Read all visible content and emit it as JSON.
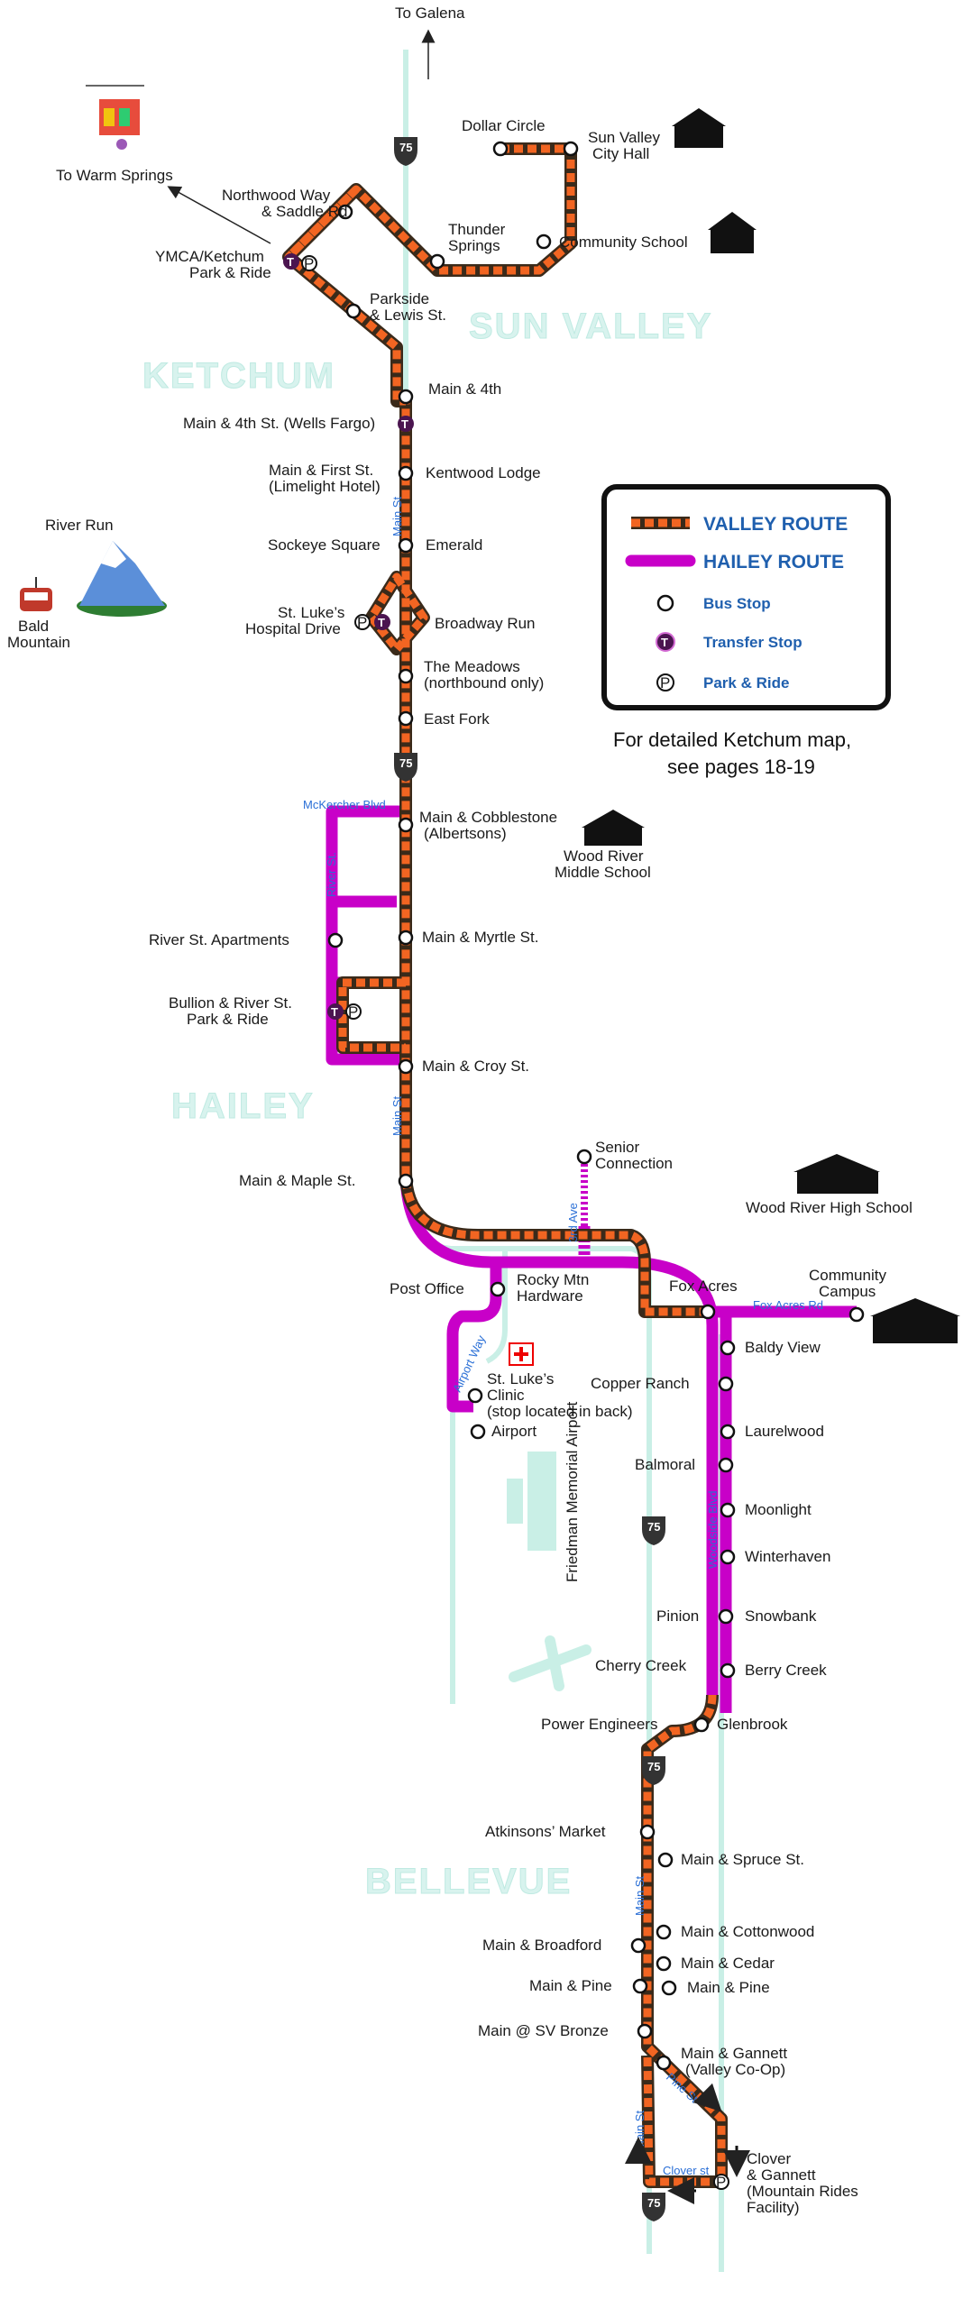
{
  "colors": {
    "valley_route": "#f26522",
    "hailey_route": "#c800c8",
    "highway": "#c9efe6",
    "town_label": "#d8f3ee",
    "legend_text": "#1f5fae"
  },
  "top": {
    "to_galena": "To Galena",
    "to_warm_springs": "To Warm Springs"
  },
  "towns": {
    "sun_valley": "SUN VALLEY",
    "ketchum": "KETCHUM",
    "hailey": "HAILEY",
    "bellevue": "BELLEVUE"
  },
  "highway_shield": "75",
  "streets": {
    "main_st": "Main St",
    "mckercher": "McKercher Blvd",
    "river_st": "River St.",
    "main_st_2": "Main St",
    "third_ave": "3rd Ave",
    "airport_way": "Airport Way",
    "fox_acres_rd": "Fox Acres Rd",
    "woodside_blvd": "Woodside Blvd",
    "main_st_3": "Main St",
    "main_st_4": "Main St",
    "pine_st": "Pine St",
    "clover_st": "Clover st"
  },
  "landmarks": {
    "river_run": "River Run",
    "bald_mountain": [
      "Bald",
      "Mountain"
    ],
    "wood_river_middle": [
      "Wood River",
      "Middle School"
    ],
    "wood_river_high": "Wood River High School",
    "airport_name": "Friedman Memorial Airport"
  },
  "stops": {
    "dollar_circle": "Dollar Circle",
    "sun_valley_city_hall": [
      "Sun Valley",
      "City Hall"
    ],
    "northwood_way": [
      "Northwood Way",
      "& Saddle Rd"
    ],
    "thunder_springs": [
      "Thunder",
      "Springs"
    ],
    "community_school": "Community School",
    "ymca": [
      "YMCA/Ketchum",
      "Park & Ride"
    ],
    "parkside": [
      "Parkside",
      "& Lewis St."
    ],
    "main_4th": "Main & 4th",
    "main_4th_wells": "Main & 4th St. (Wells Fargo)",
    "main_first": [
      "Main & First St.",
      "(Limelight Hotel)"
    ],
    "kentwood_lodge": "Kentwood Lodge",
    "sockeye_square": "Sockeye Square",
    "emerald": "Emerald",
    "st_lukes_hospital": [
      "St. Luke’s",
      "Hospital Drive"
    ],
    "broadway_run": "Broadway Run",
    "the_meadows": [
      "The Meadows",
      "(northbound only)"
    ],
    "east_fork": "East Fork",
    "main_cobblestone": [
      "Main & Cobblestone",
      "(Albertsons)"
    ],
    "river_st_apartments": "River St. Apartments",
    "main_myrtle": "Main & Myrtle St.",
    "bullion_river": [
      "Bullion & River St.",
      "Park & Ride"
    ],
    "main_croy": "Main & Croy St.",
    "main_maple": "Main & Maple St.",
    "senior_connection": [
      "Senior",
      "Connection"
    ],
    "post_office": "Post Office",
    "rocky_mtn": [
      "Rocky Mtn",
      "Hardware"
    ],
    "fox_acres": "Fox Acres",
    "community_campus": [
      "Community",
      "Campus"
    ],
    "st_lukes_clinic": [
      "St. Luke’s",
      "Clinic",
      "(stop located in back)"
    ],
    "airport": "Airport",
    "baldy_view": "Baldy View",
    "copper_ranch": "Copper Ranch",
    "laurelwood": "Laurelwood",
    "balmoral": "Balmoral",
    "moonlight": "Moonlight",
    "winterhaven": "Winterhaven",
    "pinion": "Pinion",
    "snowbank": "Snowbank",
    "cherry_creek": "Cherry Creek",
    "berry_creek": "Berry Creek",
    "power_engineers": "Power Engineers",
    "glenbrook": "Glenbrook",
    "atkinsons": "Atkinsons’ Market",
    "main_spruce": "Main & Spruce St.",
    "main_cottonwood": "Main & Cottonwood",
    "main_broadford": "Main & Broadford",
    "main_cedar": "Main & Cedar",
    "main_pine_w": "Main & Pine",
    "main_pine_e": "Main & Pine",
    "main_sv_bronze": "Main @ SV Bronze",
    "main_gannett": [
      "Main & Gannett",
      "(Valley Co-Op)"
    ],
    "clover_gannett": [
      "Clover",
      "& Gannett",
      "(Mountain Rides",
      "Facility)"
    ]
  },
  "legend": {
    "valley_route": "VALLEY ROUTE",
    "hailey_route": "HAILEY ROUTE",
    "bus_stop": "Bus Stop",
    "transfer_stop": "Transfer Stop",
    "park_ride": "Park & Ride",
    "transfer_symbol": "T",
    "park_symbol": "P"
  },
  "note": [
    "For detailed Ketchum map,",
    "see pages 18-19"
  ]
}
